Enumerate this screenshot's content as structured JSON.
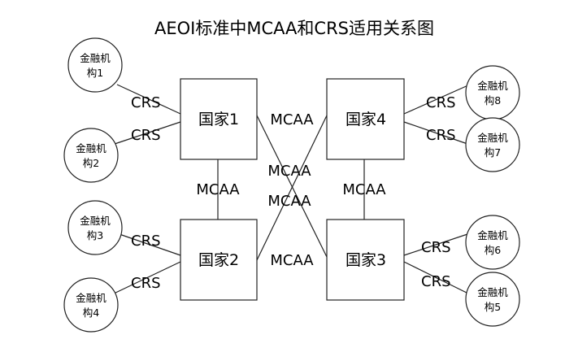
{
  "title": "AEOI标准中MCAA和CRS适用关系图",
  "countries": [
    {
      "id": "c1",
      "label": "国家1"
    },
    {
      "id": "c2",
      "label": "国家2"
    },
    {
      "id": "c3",
      "label": "国家3"
    },
    {
      "id": "c4",
      "label": "国家4"
    }
  ],
  "institutions": [
    {
      "id": "f1",
      "line1": "金融机",
      "line2": "构1",
      "country": "c1"
    },
    {
      "id": "f2",
      "line1": "金融机",
      "line2": "构2",
      "country": "c1"
    },
    {
      "id": "f3",
      "line1": "金融机",
      "line2": "构3",
      "country": "c2"
    },
    {
      "id": "f4",
      "line1": "金融机",
      "line2": "构4",
      "country": "c2"
    },
    {
      "id": "f5",
      "line1": "金融机",
      "line2": "构5",
      "country": "c3"
    },
    {
      "id": "f6",
      "line1": "金融机",
      "line2": "构6",
      "country": "c3"
    },
    {
      "id": "f7",
      "line1": "金融机",
      "line2": "构7",
      "country": "c4"
    },
    {
      "id": "f8",
      "line1": "金融机",
      "line2": "构8",
      "country": "c4"
    }
  ],
  "edges": {
    "crs_label": "CRS",
    "mcaa_label": "MCAA",
    "country_links": [
      {
        "from": "c1",
        "to": "c4",
        "label": "MCAA"
      },
      {
        "from": "c2",
        "to": "c3",
        "label": "MCAA"
      },
      {
        "from": "c1",
        "to": "c2",
        "label": "MCAA"
      },
      {
        "from": "c4",
        "to": "c3",
        "label": "MCAA"
      },
      {
        "from": "c1",
        "to": "c3",
        "label": "MCAA"
      },
      {
        "from": "c2",
        "to": "c4",
        "label": "MCAA"
      }
    ]
  }
}
